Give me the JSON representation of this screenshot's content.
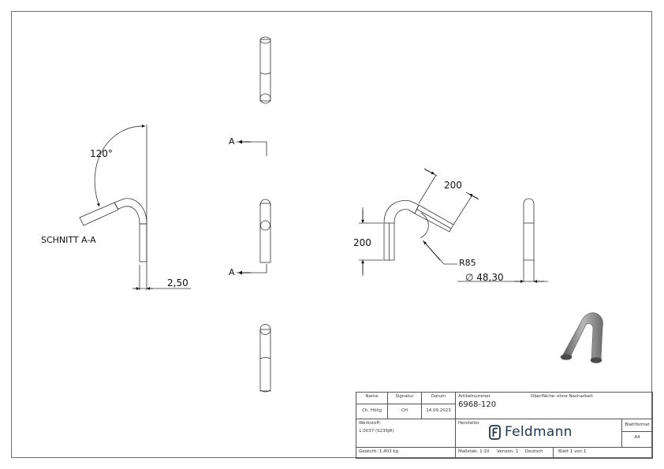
{
  "drawing": {
    "section_label": "SCHNITT A-A",
    "section_marker_top": "A",
    "section_marker_bottom": "A",
    "dimensions": {
      "angle": "120°",
      "wall_thickness": "2,50",
      "leg_length_vertical": "200",
      "leg_length_angled": "200",
      "bend_radius": "R85",
      "diameter": "∅ 48,30"
    }
  },
  "title_block": {
    "headers": {
      "name": "Name",
      "signature": "Signatur",
      "date": "Datum"
    },
    "values": {
      "name": "Ch. Hölig",
      "signature": "CH",
      "date": "14.09.2023"
    },
    "article_number_label": "Artikelnummer",
    "article_number": "6968-120",
    "surface_label": "Oberfläche:",
    "surface_value": "ohne Nacharbeit",
    "material_label": "Werkstoff:",
    "material_value": "1.0037 (S235JR)",
    "manufacturer_label": "Hersteller",
    "brand": "Feldmann",
    "sheet_format_label": "Blattformat",
    "sheet_format": "A4",
    "weight": "Gewicht: 1,403 kg",
    "scale": "Maßstab: 1:10",
    "version": "Version: 1",
    "language": "Deutsch",
    "sheet": "Blatt 1 von 1"
  },
  "colors": {
    "line": "#333333",
    "brand": "#1e3550",
    "shade": "#8a8a8a"
  }
}
